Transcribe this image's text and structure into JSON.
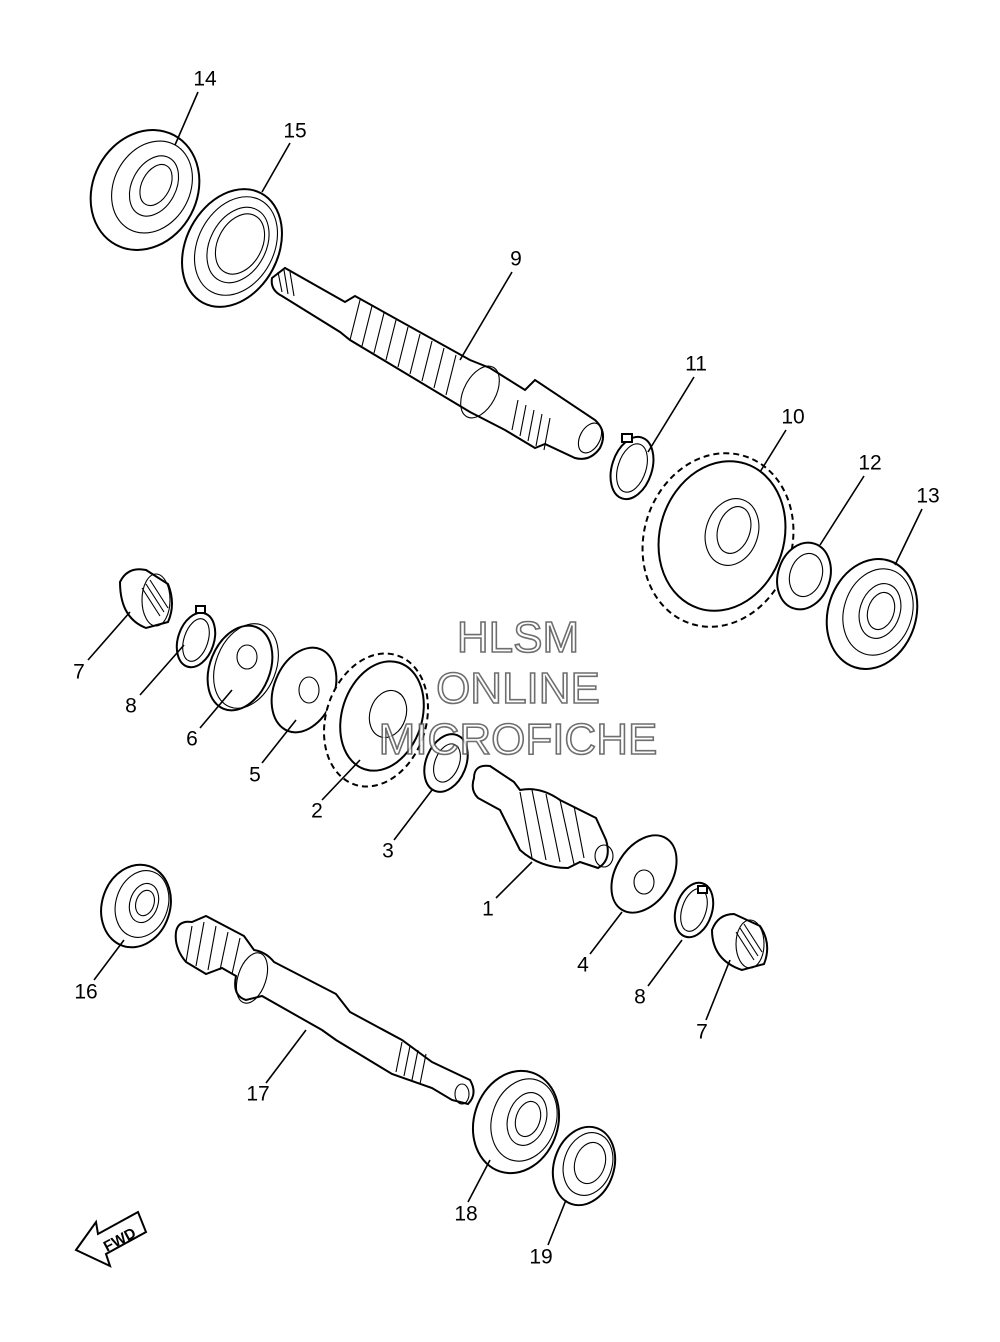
{
  "callouts": {
    "c1": "1",
    "c2": "2",
    "c3": "3",
    "c4": "4",
    "c5": "5",
    "c6": "6",
    "c7a": "7",
    "c7b": "7",
    "c8a": "8",
    "c8b": "8",
    "c9": "9",
    "c10": "10",
    "c11": "11",
    "c12": "12",
    "c13": "13",
    "c14": "14",
    "c15": "15",
    "c16": "16",
    "c17": "17",
    "c18": "18",
    "c19": "19"
  },
  "watermark": {
    "line1": "HLSM",
    "line2": "ONLINE",
    "line3": "MICROFICHE"
  },
  "fwd_label": "FWD"
}
